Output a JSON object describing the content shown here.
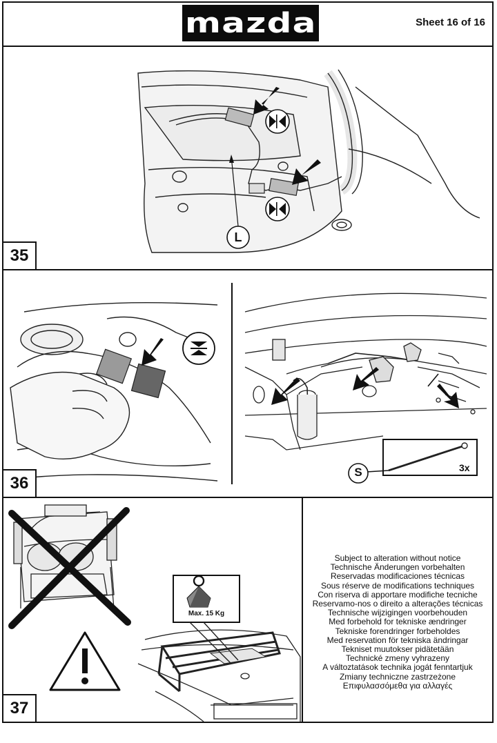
{
  "header": {
    "brand": "mazda",
    "sheet": "Sheet 16 of 16"
  },
  "steps": {
    "s35": {
      "number": "35",
      "callout_L": "L"
    },
    "s36": {
      "number": "36",
      "callout_S": "S",
      "quantity": "3x"
    },
    "s37": {
      "number": "37",
      "weight_label": "Max. 15 Kg"
    }
  },
  "notice_lines": [
    "Subject to alteration without notice",
    "Technische Änderungen vorbehalten",
    "Reservadas modificaciones técnicas",
    "Sous réserve de modifications techniques",
    "Con riserva di apportare modifiche tecniche",
    "Reservamo-nos o direito a alterações técnicas",
    "Technische wijzigingen voorbehouden",
    "Med forbehold for tekniske ændringer",
    "Tekniske forendringer forbeholdes",
    "Med reservation för tekniska ändringar",
    "Tekniset muutokser pidätetään",
    "Technické zmeny vyhrazeny",
    "A változtatások technika jogát fenntartjuk",
    "Zmiany techniczne zastrzeżone",
    "Επιφυλασσόμεθα για αλλαγές"
  ]
}
